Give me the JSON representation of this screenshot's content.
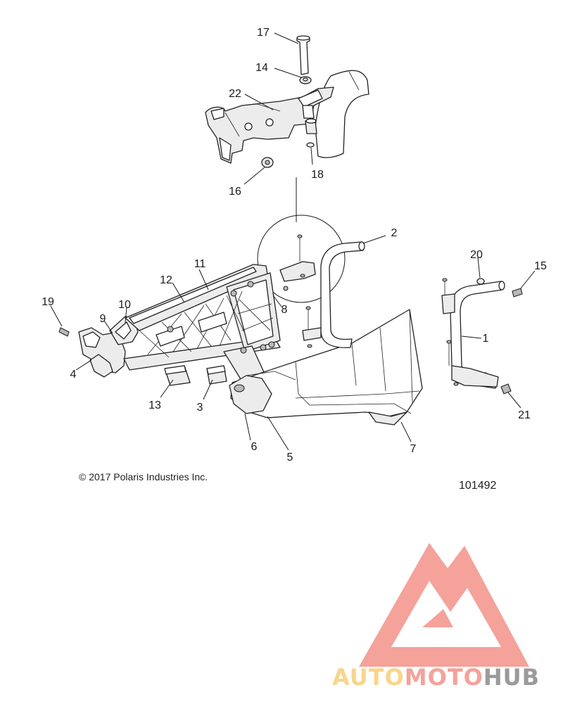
{
  "diagram": {
    "copyright": "© 2017 Polaris Industries Inc.",
    "figure_id": "101492",
    "callouts": [
      {
        "id": "c1",
        "label": "1"
      },
      {
        "id": "c2",
        "label": "2"
      },
      {
        "id": "c3",
        "label": "3"
      },
      {
        "id": "c4",
        "label": "4"
      },
      {
        "id": "c5",
        "label": "5"
      },
      {
        "id": "c6",
        "label": "6"
      },
      {
        "id": "c7",
        "label": "7"
      },
      {
        "id": "c8",
        "label": "8"
      },
      {
        "id": "c9",
        "label": "9"
      },
      {
        "id": "c10",
        "label": "10"
      },
      {
        "id": "c11",
        "label": "11"
      },
      {
        "id": "c12",
        "label": "12"
      },
      {
        "id": "c13",
        "label": "13"
      },
      {
        "id": "c14",
        "label": "14"
      },
      {
        "id": "c15",
        "label": "15"
      },
      {
        "id": "c16",
        "label": "16"
      },
      {
        "id": "c17",
        "label": "17"
      },
      {
        "id": "c18",
        "label": "18"
      },
      {
        "id": "c19",
        "label": "19"
      },
      {
        "id": "c20",
        "label": "20"
      },
      {
        "id": "c21",
        "label": "21"
      },
      {
        "id": "c22",
        "label": "22"
      }
    ]
  },
  "watermark": {
    "word_1": "AUTO",
    "word_2": "MOTO",
    "word_3": "HUB",
    "colors": {
      "logo_red": "#f4a29a",
      "auto_yellow": "#f9d58a",
      "moto_salmon": "#f4a29a",
      "hub_gray": "#9a9a9a"
    }
  }
}
